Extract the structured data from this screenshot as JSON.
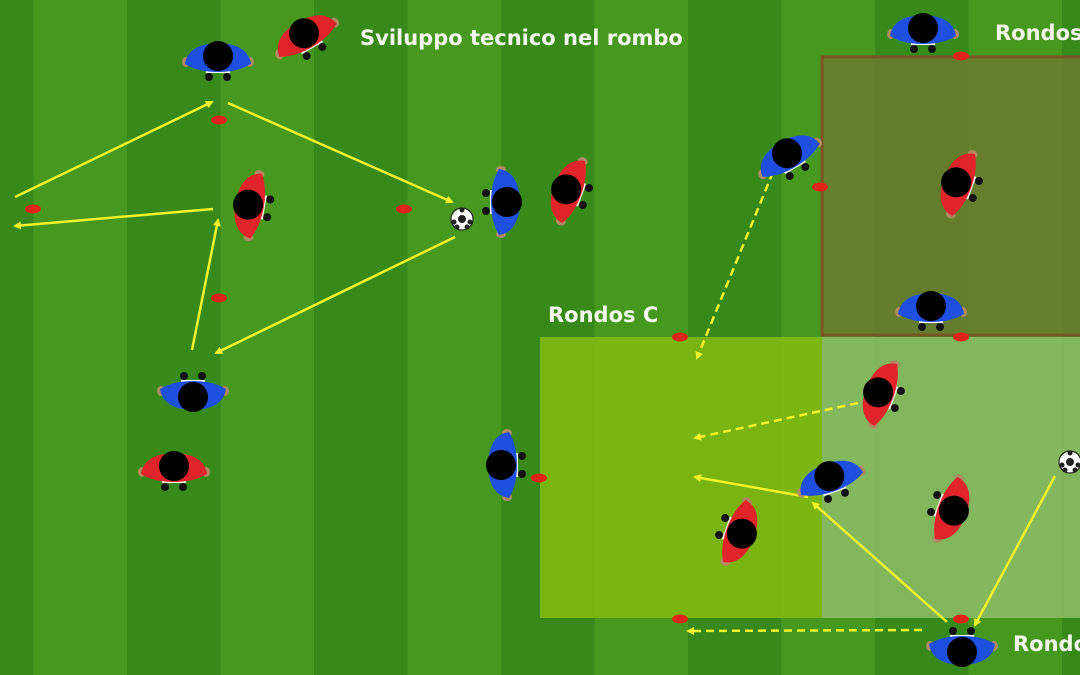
{
  "title": "Sviluppo tecnico nel rombo",
  "zones": {
    "c_label": "Rondos C",
    "top_right_label": "Rondos",
    "bottom_right_label": "Rondo"
  },
  "colors": {
    "grass_dark": "#378a1a",
    "grass_light": "#46981f",
    "team_blue": "#1f4fe0",
    "team_red": "#e0242a",
    "cone": "#e2231a",
    "arrow": "#f4f22a",
    "zone_c": "#86bb12",
    "zone_right": "#86b860",
    "zone_top": "#6c7a30"
  },
  "icons": [
    "player-blue-icon",
    "player-red-icon",
    "cone-icon",
    "ball-icon",
    "arrow-icon"
  ]
}
